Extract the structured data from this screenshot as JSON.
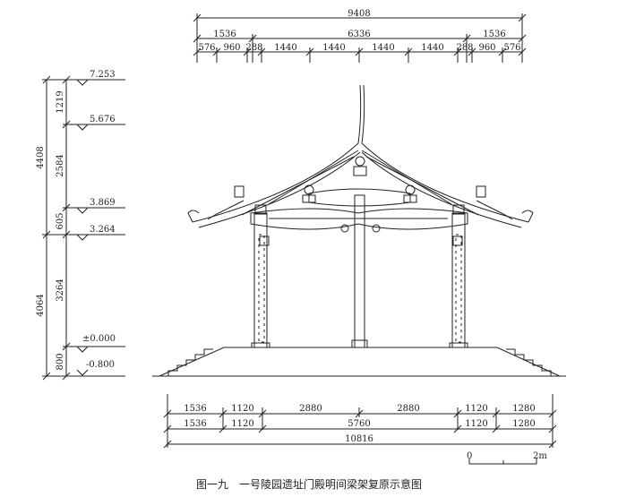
{
  "top_dims": {
    "total": "9408",
    "row2": [
      "1536",
      "6336",
      "1536"
    ],
    "row3": [
      "576",
      "960",
      "288",
      "1440",
      "1440",
      "1440",
      "1440",
      "288",
      "960",
      "576"
    ]
  },
  "bottom_dims": {
    "row1": [
      "1536",
      "1120",
      "2880",
      "2880",
      "1120",
      "1280"
    ],
    "row2": [
      "1536",
      "1120",
      "5760",
      "1120",
      "1280"
    ],
    "total": "10816"
  },
  "elevations": [
    "7.253",
    "5.676",
    "3.869",
    "3.264",
    "±0.000",
    "-0.800"
  ],
  "left_dims": {
    "outer": [
      "4408",
      "4064"
    ],
    "inner": [
      "1219",
      "2584",
      "605",
      "3264",
      "800"
    ]
  },
  "scale_bar": {
    "start": "0",
    "end": "2m"
  },
  "caption": "图一九　一号陵园遗址门殿明间梁架复原示意图"
}
